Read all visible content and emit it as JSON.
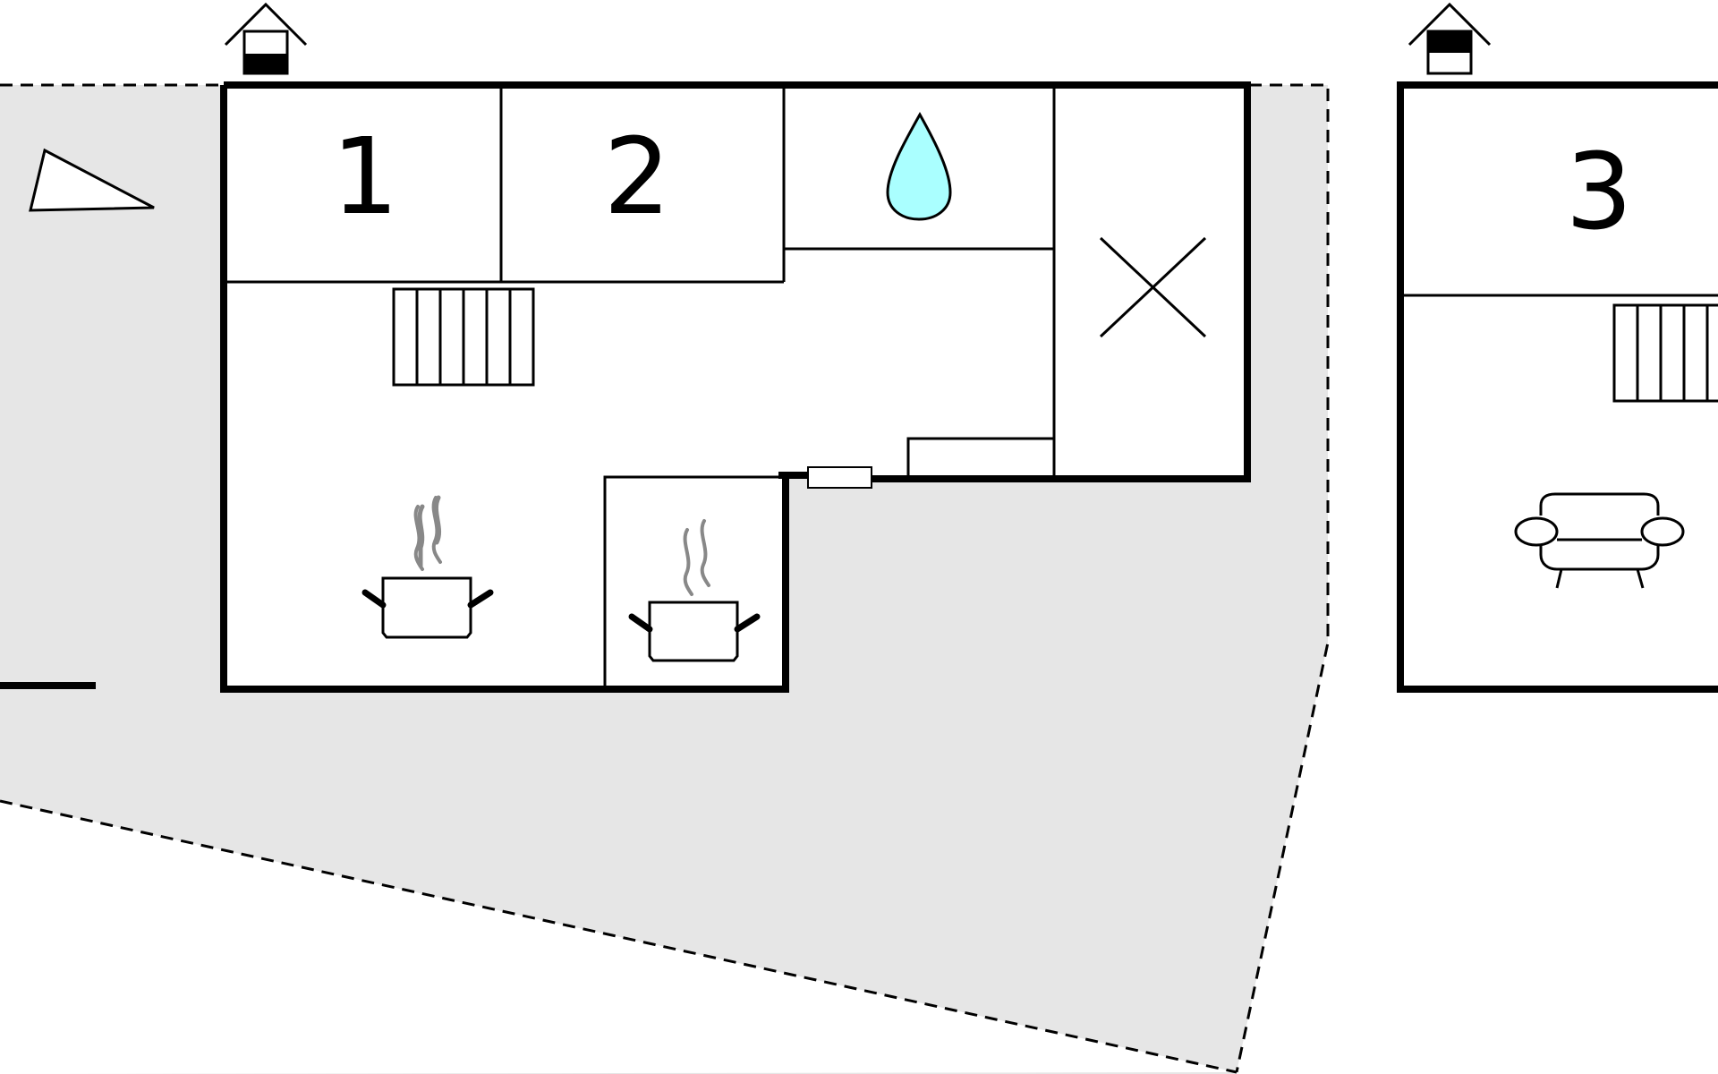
{
  "rooms": [
    {
      "number": "1"
    },
    {
      "number": "2"
    },
    {
      "number": "3"
    }
  ],
  "icons": {
    "bedroom": "room-number-label",
    "bathroom": "water-drop-icon",
    "utility": "cross-icon",
    "stairs": "stairs-icon",
    "kitchen": "cooking-pot-icon",
    "living": "sofa-icon",
    "floor_marker": "house-floor-icon",
    "terrace_furniture": "sunbed-icon"
  },
  "colors": {
    "wall": "#000000",
    "outdoor_area": "#e6e6e6",
    "water_drop": "#aaffff",
    "steam": "#888888",
    "background": "#ffffff"
  }
}
